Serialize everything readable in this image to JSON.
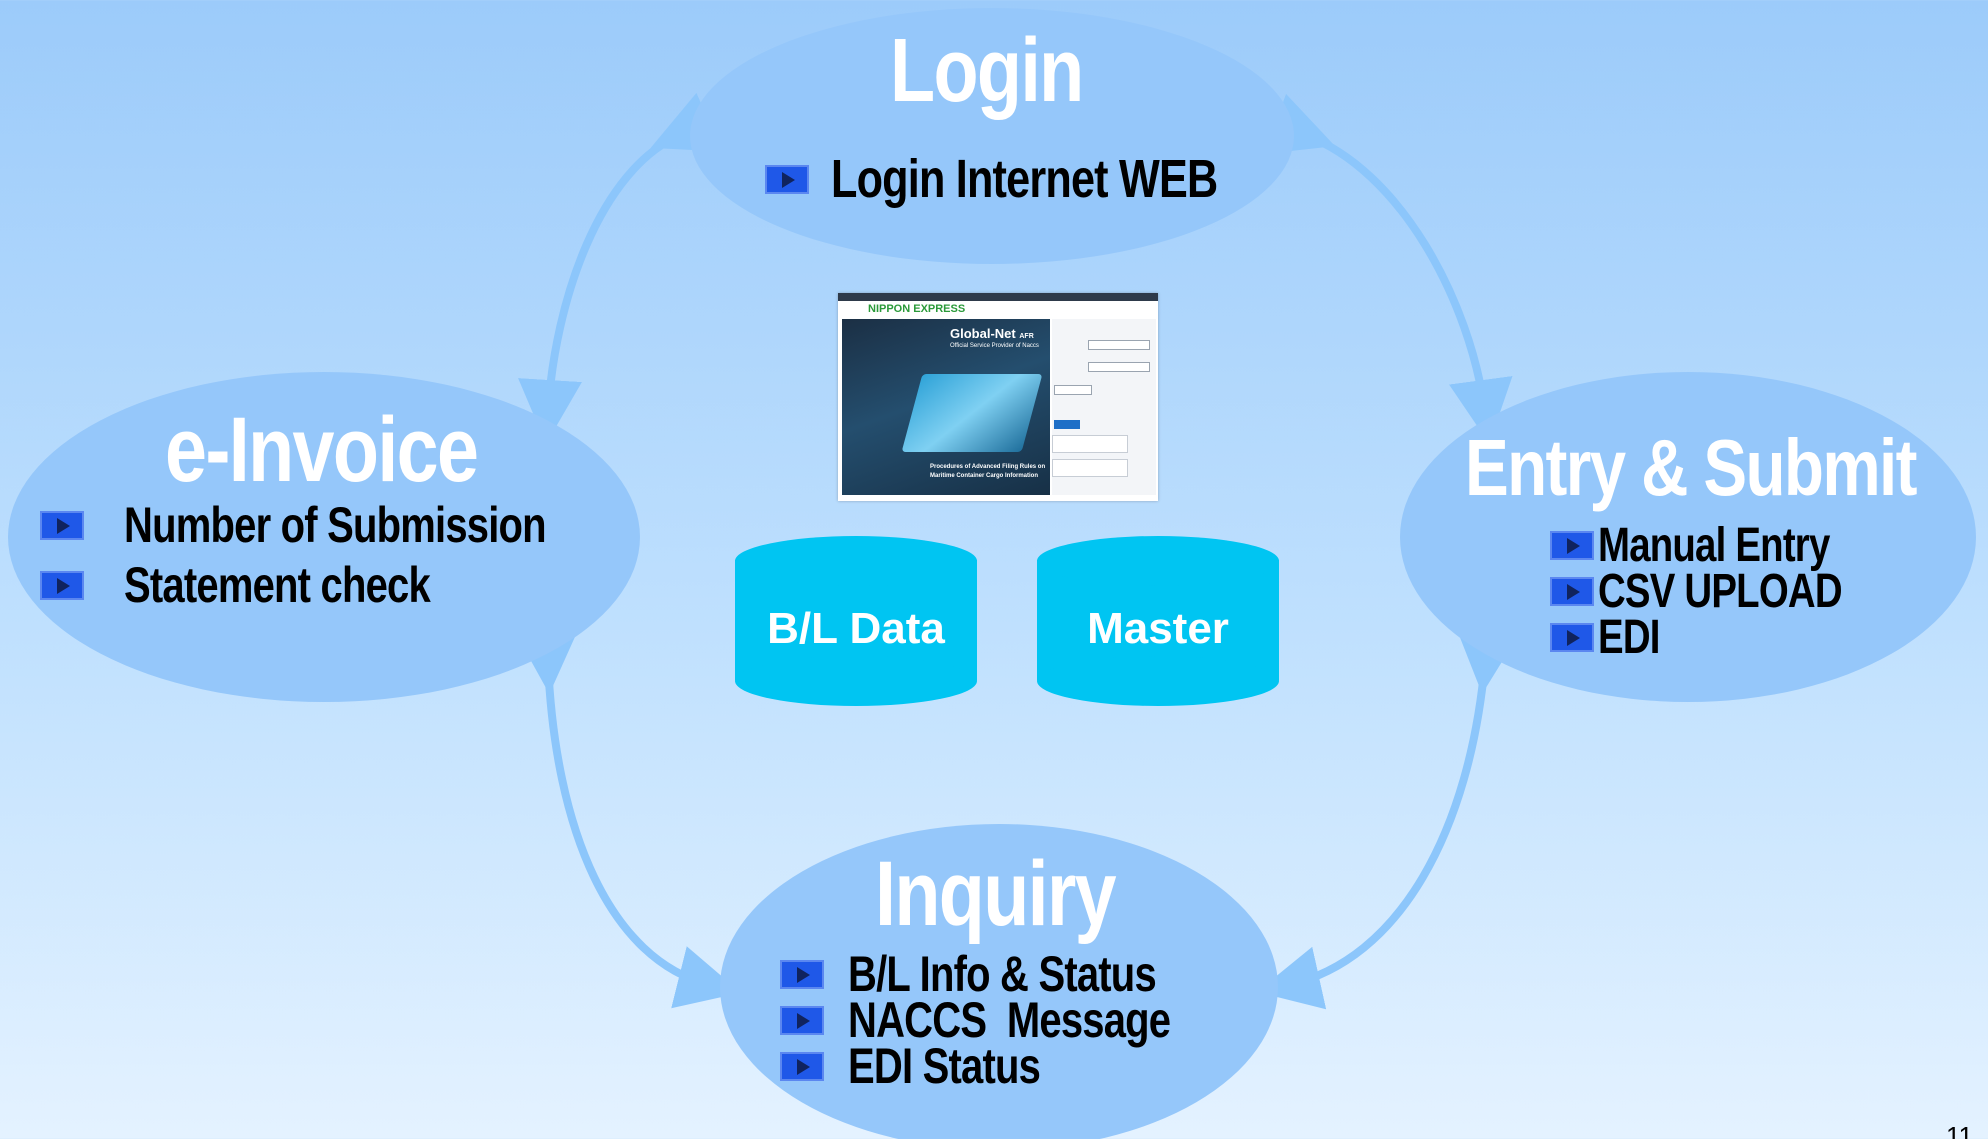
{
  "nodes": {
    "login": {
      "title": "Login",
      "items": [
        "Login Internet WEB"
      ]
    },
    "entry": {
      "title": "Entry & Submit",
      "items": [
        "Manual Entry",
        "CSV UPLOAD",
        "EDI"
      ]
    },
    "einvoice": {
      "title": "e-Invoice",
      "items": [
        "Number of Submission",
        "Statement check"
      ]
    },
    "inquiry": {
      "title": "Inquiry",
      "items": [
        "B/L Info & Status",
        "NACCS  Message",
        "EDI Status"
      ]
    }
  },
  "databases": {
    "bl": "B/L Data",
    "master": "Master"
  },
  "screenshot": {
    "logo": "NIPPON EXPRESS",
    "product": "Global-Net",
    "product_suffix": "AFR",
    "tagline": "Official Service Provider of Naccs",
    "caption_line1": "Procedures of Advanced Filing Rules on",
    "caption_line2": "Maritime Container Cargo Information"
  },
  "page_number": "11",
  "colors": {
    "ellipse": "#95c7fa",
    "database": "#00c5f2",
    "bullet": "#1f58e8",
    "arrow": "#9ccffa"
  }
}
